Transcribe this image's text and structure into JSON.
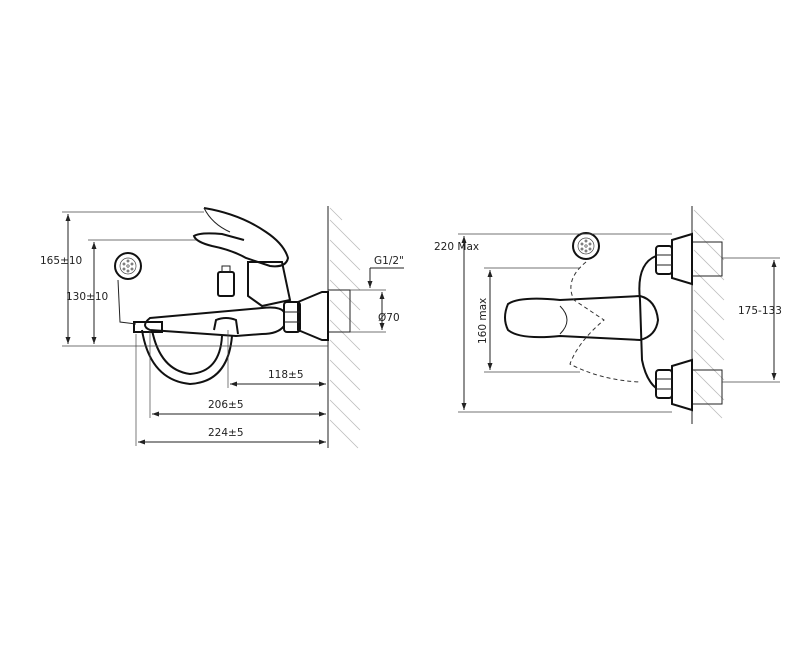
{
  "side_view": {
    "dim_height_total": "165±10",
    "dim_height_spout": "130±10",
    "thread": "G1/2\"",
    "diameter": "Ø70",
    "dim_118": "118±5",
    "dim_206": "206±5",
    "dim_224": "224±5"
  },
  "top_view": {
    "dim_220": "220 Max",
    "dim_160": "160 max",
    "dim_175_133": "175-133"
  }
}
